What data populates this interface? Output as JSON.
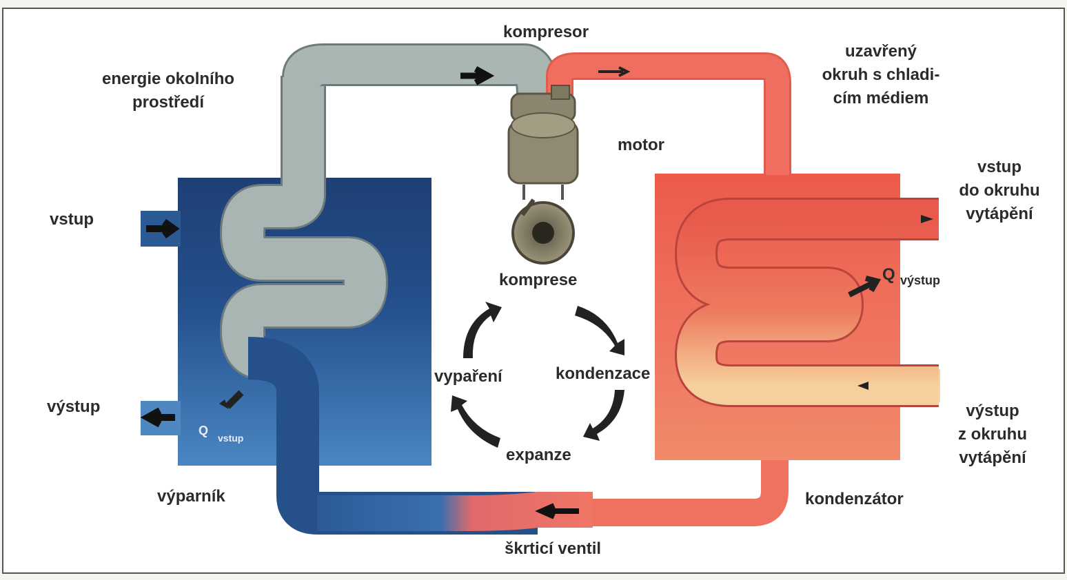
{
  "labels": {
    "kompresor": "kompresor",
    "energie": [
      "energie okolního",
      "prostředí"
    ],
    "uzavreny": [
      "uzavřený",
      "okruh s chladi-",
      "cím médiem"
    ],
    "motor": "motor",
    "vstup_left": "vstup",
    "vystup_left": "výstup",
    "vstup_right": [
      "vstup",
      "do okruhu",
      "vytápění"
    ],
    "vystup_right": [
      "výstup",
      "z okruhu",
      "vytápění"
    ],
    "q_out_symbol": "Q",
    "q_out_label": "výstup",
    "q_in_symbol": "Q",
    "q_in_label": "vstup",
    "vyparnik": "výparník",
    "kondenzator": "kondenzátor",
    "skrtici_ventil": "škrticí ventil",
    "cycle": {
      "komprese": "komprese",
      "kondenzace": "kondenzace",
      "expanze": "expanze",
      "vyapreni": "vypaření"
    }
  },
  "colors": {
    "evaporator": "#2f5f9a",
    "evaporator_dark": "#163764",
    "condenser": "#ee6b58",
    "condenser_light": "#f7c99a",
    "pipe_cold": "#a9b7b5",
    "pipe_hot": "#ef6e5e",
    "compressor": "#8f8a73",
    "arrow": "#222222"
  }
}
